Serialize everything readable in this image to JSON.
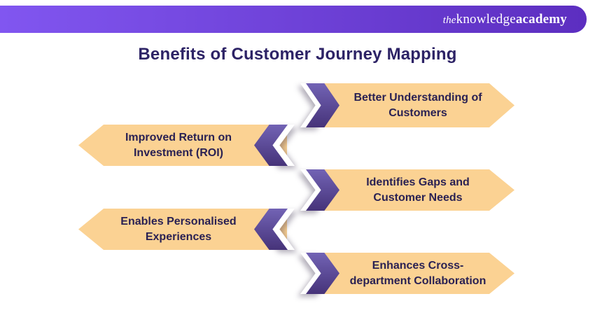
{
  "title": "Benefits of Customer Journey Mapping",
  "header": {
    "logo": {
      "the": "the",
      "knowledge": "knowledge",
      "academy": "academy"
    }
  },
  "banners": [
    {
      "side": "right",
      "label": "Better Understanding of Customers",
      "line1": "Better Understanding of",
      "line2": "Customers"
    },
    {
      "side": "left",
      "label": "Improved Return on Investment (ROI)",
      "line1": "Improved Return on",
      "line2": "Investment (ROI)"
    },
    {
      "side": "right",
      "label": "Identifies Gaps and Customer Needs",
      "line1": "Identifies Gaps and",
      "line2": "Customer Needs"
    },
    {
      "side": "left",
      "label": "Enables Personalised Experiences",
      "line1": "Enables Personalised",
      "line2": "Experiences"
    },
    {
      "side": "right",
      "label": "Enhances Cross-department Collaboration",
      "line1": "Enhances Cross-",
      "line2": "department Collaboration"
    }
  ],
  "colors": {
    "header_gradient_start": "#8156F0",
    "header_gradient_end": "#5C2EC0",
    "banner_fill": "#FBD293",
    "chevron_top": "#7263B5",
    "chevron_bottom": "#463379",
    "title_color": "#2D2366",
    "text_color": "#2A2153",
    "logo_color": "#FFFFFF"
  }
}
